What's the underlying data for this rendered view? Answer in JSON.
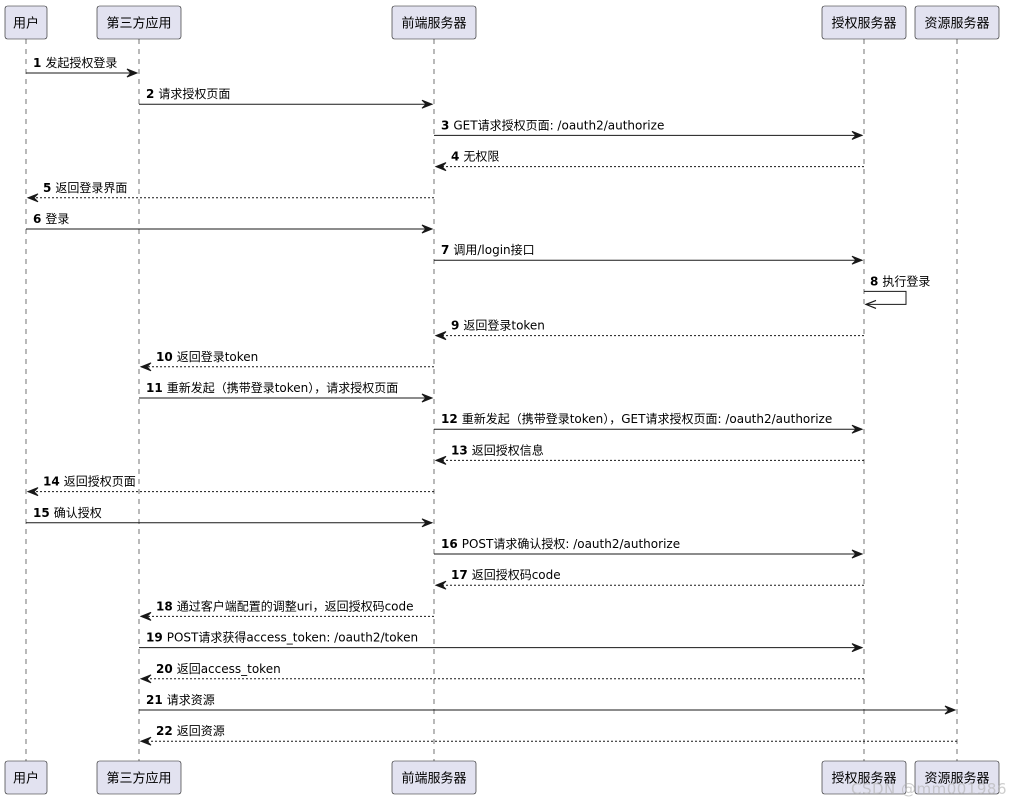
{
  "participants": [
    {
      "id": "user",
      "label": "用户"
    },
    {
      "id": "third",
      "label": "第三方应用"
    },
    {
      "id": "front",
      "label": "前端服务器"
    },
    {
      "id": "auth",
      "label": "授权服务器"
    },
    {
      "id": "res",
      "label": "资源服务器"
    }
  ],
  "messages": [
    {
      "n": "1",
      "from": "user",
      "to": "third",
      "style": "solid",
      "text": "发起授权登录"
    },
    {
      "n": "2",
      "from": "third",
      "to": "front",
      "style": "solid",
      "text": "请求授权页面"
    },
    {
      "n": "3",
      "from": "front",
      "to": "auth",
      "style": "solid",
      "text": "GET请求授权页面: /oauth2/authorize"
    },
    {
      "n": "4",
      "from": "auth",
      "to": "front",
      "style": "dashed",
      "text": "无权限"
    },
    {
      "n": "5",
      "from": "front",
      "to": "user",
      "style": "dashed",
      "text": "返回登录界面"
    },
    {
      "n": "6",
      "from": "user",
      "to": "front",
      "style": "solid",
      "text": "登录"
    },
    {
      "n": "7",
      "from": "front",
      "to": "auth",
      "style": "solid",
      "text": "调用/login接口"
    },
    {
      "n": "8",
      "from": "auth",
      "to": "auth",
      "style": "solid",
      "text": "执行登录"
    },
    {
      "n": "9",
      "from": "auth",
      "to": "front",
      "style": "dashed",
      "text": "返回登录token"
    },
    {
      "n": "10",
      "from": "front",
      "to": "third",
      "style": "dashed",
      "text": "返回登录token"
    },
    {
      "n": "11",
      "from": "third",
      "to": "front",
      "style": "solid",
      "text": "重新发起（携带登录token），请求授权页面"
    },
    {
      "n": "12",
      "from": "front",
      "to": "auth",
      "style": "solid",
      "text": "重新发起（携带登录token），GET请求授权页面: /oauth2/authorize"
    },
    {
      "n": "13",
      "from": "auth",
      "to": "front",
      "style": "dashed",
      "text": "返回授权信息"
    },
    {
      "n": "14",
      "from": "front",
      "to": "user",
      "style": "dashed",
      "text": "返回授权页面"
    },
    {
      "n": "15",
      "from": "user",
      "to": "front",
      "style": "solid",
      "text": "确认授权"
    },
    {
      "n": "16",
      "from": "front",
      "to": "auth",
      "style": "solid",
      "text": "POST请求确认授权: /oauth2/authorize"
    },
    {
      "n": "17",
      "from": "auth",
      "to": "front",
      "style": "dashed",
      "text": "返回授权码code"
    },
    {
      "n": "18",
      "from": "front",
      "to": "third",
      "style": "dashed",
      "text": "通过客户端配置的调整uri，返回授权码code"
    },
    {
      "n": "19",
      "from": "third",
      "to": "auth",
      "style": "solid",
      "text": "POST请求获得access_token: /oauth2/token"
    },
    {
      "n": "20",
      "from": "auth",
      "to": "third",
      "style": "dashed",
      "text": "返回access_token"
    },
    {
      "n": "21",
      "from": "third",
      "to": "res",
      "style": "solid",
      "text": "请求资源"
    },
    {
      "n": "22",
      "from": "res",
      "to": "third",
      "style": "dashed",
      "text": "返回资源"
    }
  ],
  "watermark": "CSDN @mm001986"
}
